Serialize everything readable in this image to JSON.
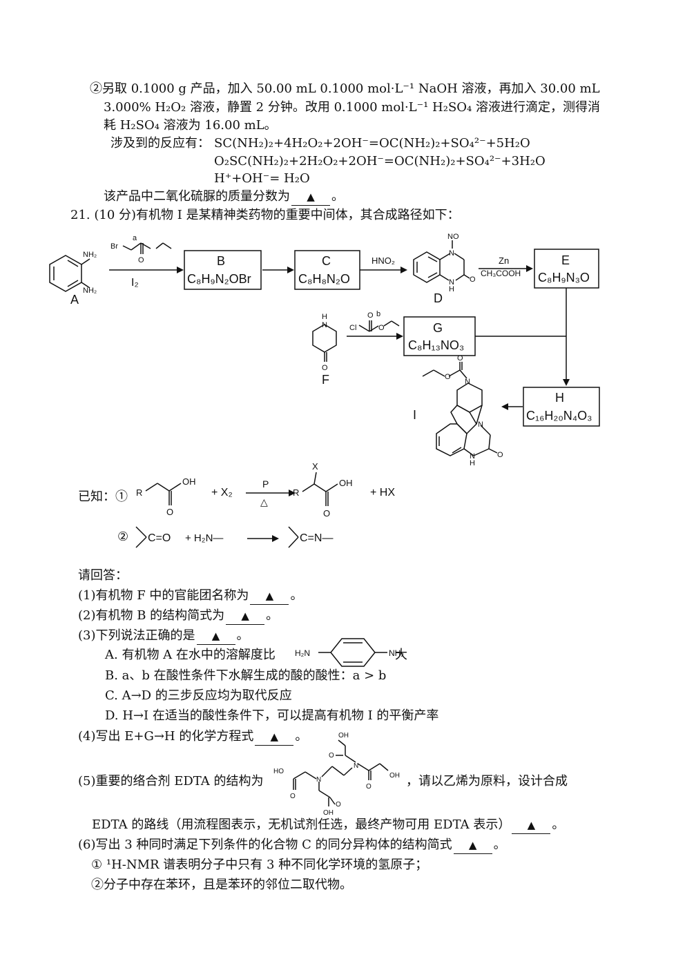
{
  "part20": {
    "line1": "②另取 0.1000 g 产品，加入 50.00 mL 0.1000 mol·L⁻¹ NaOH 溶液，再加入 30.00 mL",
    "line2": "3.000% H₂O₂ 溶液，静置 2 分钟。改用 0.1000 mol·L⁻¹ H₂SO₄ 溶液进行滴定，测得消",
    "line3": "耗 H₂SO₄ 溶液为 16.00 mL。",
    "rxn_label": "涉及到的反应有：",
    "rxn1": "SC(NH₂)₂+4H₂O₂+2OH⁻=OC(NH₂)₂+SO₄²⁻+5H₂O",
    "rxn2": "O₂SC(NH₂)₂+2H₂O₂+2OH⁻=OC(NH₂)₂+SO₄²⁻+3H₂O",
    "rxn3": "H⁺+OH⁻= H₂O",
    "question_prefix": "该产品中二氧化硫脲的质量分数为",
    "question_suffix": "。"
  },
  "q21": {
    "header": "21.  (10 分)有机物 I 是某精神类药物的重要中间体，其合成路径如下：",
    "scheme": {
      "A_label": "A",
      "A_nh2_top": "NH₂",
      "A_nh2_bot": "NH₂",
      "reagent_a_letter": "a",
      "reagent_a_br": "Br",
      "reagent_a_o": "O",
      "i2": "I₂",
      "B_name": "B",
      "B_formula": "C₈H₉N₂OBr",
      "C_name": "C",
      "C_formula": "C₈H₈N₂O",
      "hno2": "HNO₂",
      "D_label": "D",
      "D_no": "NO",
      "D_n": "N",
      "D_h": "H",
      "D_n2": "N",
      "D_o": "O",
      "zn": "Zn",
      "ch3cooh": "CH₃COOH",
      "E_name": "E",
      "E_formula": "C₈H₉N₃O",
      "F_label": "F",
      "F_h": "H",
      "F_n": "N",
      "F_o": "O",
      "reagent_b_letter": "b",
      "reagent_b_cl": "Cl",
      "reagent_b_o1": "O",
      "reagent_b_o2": "O",
      "G_name": "G",
      "G_formula": "C₈H₁₃NO₃",
      "H_name": "H",
      "H_formula": "C₁₆H₂₀N₄O₃",
      "I_label": "I",
      "I_o1": "O",
      "I_o2": "O",
      "I_n1": "N",
      "I_n2": "N",
      "I_n3": "N",
      "I_h": "H",
      "I_o3": "O"
    },
    "known": {
      "label": "已知：①",
      "r": "R",
      "oh": "OH",
      "o": "O",
      "plus_x2": "+ X₂",
      "p": "P",
      "delta": "△",
      "x": "X",
      "r2": "R",
      "oh2": "OH",
      "o2": "O",
      "plus_hx": "+ HX",
      "item2": "②",
      "c_eq_o": "C=O",
      "plus_h2n": "+  H₂N—",
      "c_eq_n": "C=N—"
    },
    "ask": "请回答：",
    "q1_prefix": "(1)有机物 F 中的官能团名称为",
    "q1_suffix": "。",
    "q2_prefix": "(2)有机物 B 的结构简式为",
    "q2_suffix": "。",
    "q3_prefix": "(3)下列说法正确的是",
    "q3_suffix": "。",
    "optA_prefix": "A.  有机物 A 在水中的溶解度比",
    "optA_h2n": "H₂N",
    "optA_nh2": "NH₂",
    "optA_suffix": "大",
    "optB": "B.  a、b 在酸性条件下水解生成的酸的酸性：a > b",
    "optC": "C.  A→D 的三步反应均为取代反应",
    "optD": "D.  H→I 在适当的酸性条件下，可以提高有机物 I 的平衡产率",
    "q4_prefix": "(4)写出 E+G→H 的化学方程式",
    "q4_suffix": "。",
    "q5_prefix": "(5)重要的络合剂 EDTA 的结构为",
    "q5_mid": "，请以乙烯为原料，设计合成",
    "edta_oh1": "OH",
    "edta_oh2": "OH",
    "edta_ho": "HO",
    "edta_oh3": "OH",
    "edta_n1": "N",
    "edta_n2": "N",
    "edta_o1": "O",
    "edta_o2": "O",
    "edta_o3": "O",
    "edta_o4": "O",
    "q5_line2_prefix": "EDTA 的路线（用流程图表示，无机试剂任选，最终产物可用 EDTA 表示）",
    "q5_line2_suffix": "。",
    "q6_prefix": "(6)写出 3 种同时满足下列条件的化合物 C 的同分异构体的结构简式",
    "q6_suffix": "。",
    "cond1": "① ¹H-NMR 谱表明分子中只有 3 种不同化学环境的氢原子；",
    "cond2": "②分子中存在苯环，且是苯环的邻位二取代物。",
    "blank_mark": "▲"
  }
}
